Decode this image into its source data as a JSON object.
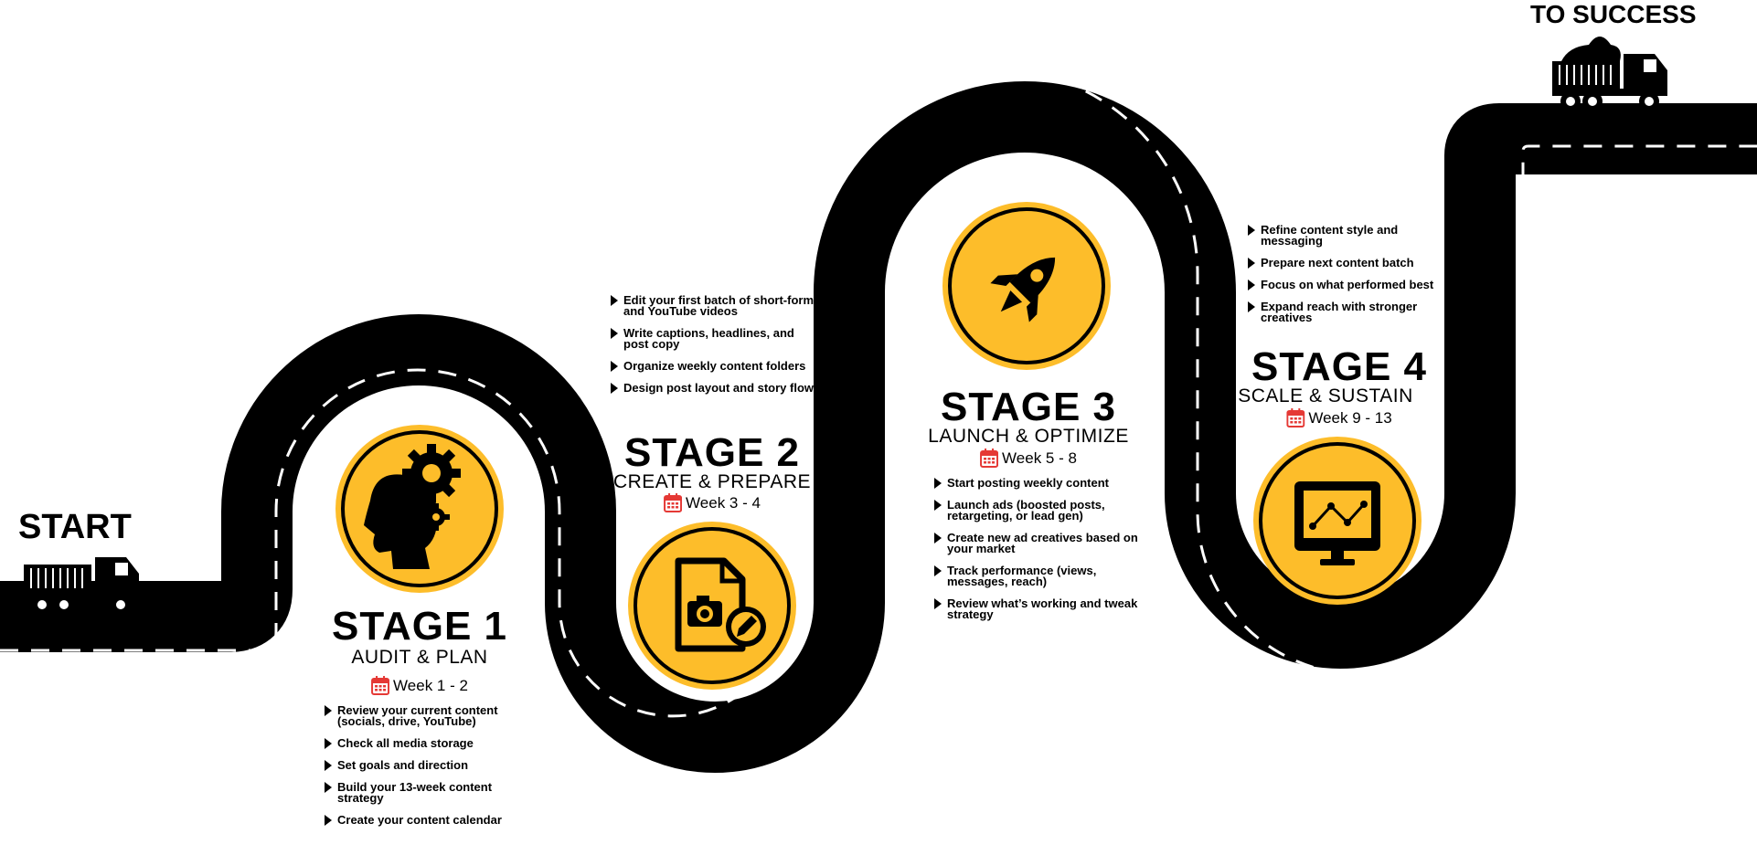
{
  "start_label": "START",
  "finish_label": "TO SUCCESS",
  "colors": {
    "road": "#000000",
    "lane": "#ffffff",
    "badge": "#fdbd2a",
    "calendar": "#e53935",
    "text": "#000000"
  },
  "stages": [
    {
      "title": "STAGE 1",
      "subtitle": "AUDIT & PLAN",
      "weeks": "Week 1 - 2",
      "icon": "head-gears-icon",
      "tasks": [
        "Review your current content (socials, drive, YouTube)",
        "Check all media storage",
        "Set goals and direction",
        "Build your 13-week content strategy",
        "Create your content calendar"
      ]
    },
    {
      "title": "STAGE 2",
      "subtitle": "CREATE & PREPARE",
      "weeks": "Week 3 - 4",
      "icon": "media-file-edit-icon",
      "tasks": [
        "Edit your first batch of short-form and YouTube videos",
        "Write captions, headlines, and post copy",
        "Organize weekly content folders",
        "Design post layout and story flow"
      ]
    },
    {
      "title": "STAGE 3",
      "subtitle": "LAUNCH & OPTIMIZE",
      "weeks": "Week 5 - 8",
      "icon": "rocket-icon",
      "tasks": [
        "Start posting weekly content",
        "Launch ads (boosted posts, retargeting, or lead gen)",
        "Create new ad creatives based on your market",
        "Track performance (views, messages, reach)",
        "Review what’s working and tweak strategy"
      ]
    },
    {
      "title": "STAGE 4",
      "subtitle": "SCALE & SUSTAIN",
      "weeks": "Week 9 - 13",
      "icon": "monitor-chart-icon",
      "tasks": [
        "Refine content style and messaging",
        "Prepare next content batch",
        "Focus on what performed best",
        "Expand reach with stronger creatives"
      ]
    }
  ]
}
